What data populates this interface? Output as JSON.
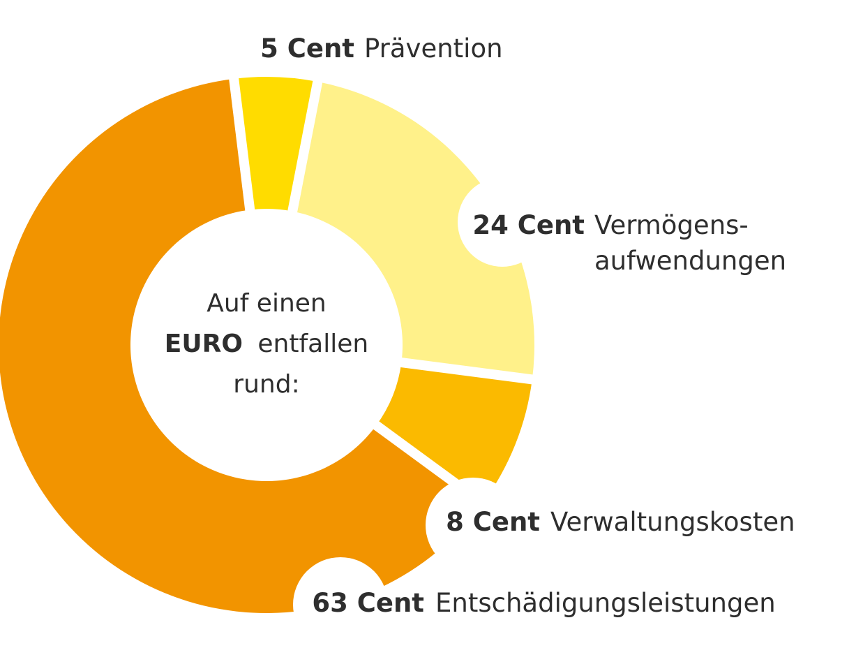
{
  "chart_data": {
    "type": "pie",
    "variant": "donut",
    "unit": "Cent",
    "center_text": {
      "line1": "Auf einen",
      "line2_bold": "EURO",
      "line2_rest": "entfallen",
      "line3": "rund:"
    },
    "slices": [
      {
        "category": "Prävention",
        "value": 5,
        "value_label": "5 Cent",
        "color": "#FFDC00"
      },
      {
        "category": "Vermögens-aufwendungen",
        "category_lines": [
          "Vermögens-",
          "aufwendungen"
        ],
        "value": 24,
        "value_label": "24 Cent",
        "color": "#FFF18A"
      },
      {
        "category": "Verwaltungskosten",
        "value": 8,
        "value_label": "8 Cent",
        "color": "#FBBA00"
      },
      {
        "category": "Entschädigungsleistungen",
        "value": 63,
        "value_label": "63 Cent",
        "color": "#F29400"
      }
    ],
    "legend": "none"
  }
}
